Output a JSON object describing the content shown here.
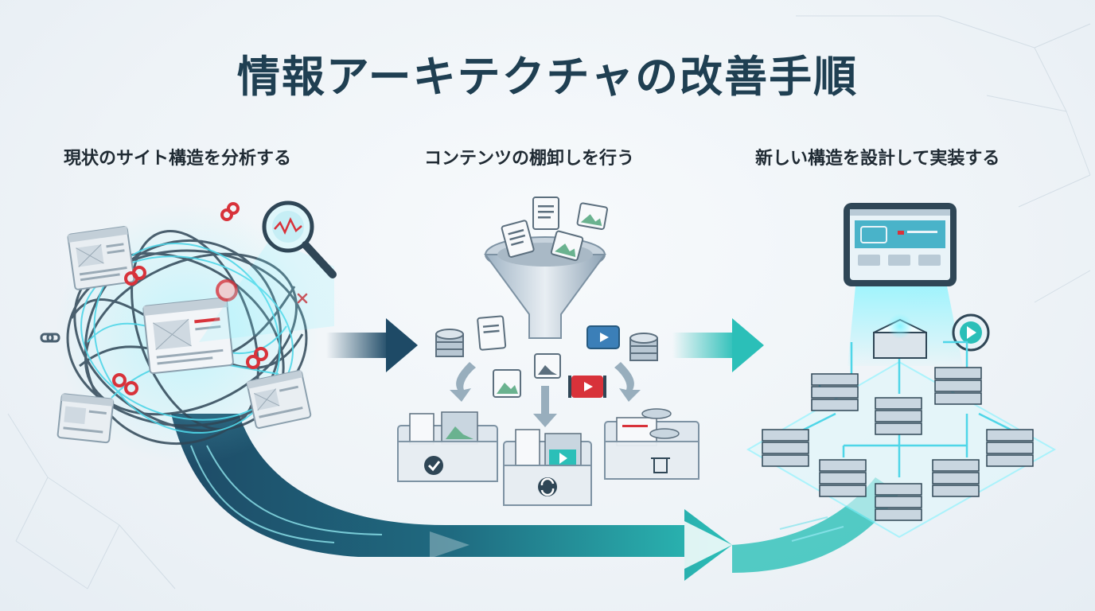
{
  "title": "情報アーキテクチャの改善手順",
  "steps": [
    {
      "label": "現状のサイト構造を分析する"
    },
    {
      "label": "コンテンツの棚卸しを行う"
    },
    {
      "label": "新しい構造を設計して実装する"
    }
  ],
  "colors": {
    "title": "#1f3f52",
    "dark_navy": "#1e4a66",
    "teal": "#2bbfb8",
    "cyan_glow": "#5fe3f0",
    "link_red": "#d8323a",
    "bg": "#eef3f7"
  },
  "icons": {
    "analysis": [
      "tangled-network-icon",
      "magnifier-icon",
      "broken-link-icon",
      "web-page-icon"
    ],
    "inventory": [
      "funnel-icon",
      "document-icon",
      "image-icon",
      "video-icon",
      "database-icon",
      "keep-box-icon",
      "update-box-icon",
      "delete-box-icon"
    ],
    "implementation": [
      "tablet-icon",
      "server-hierarchy-icon",
      "play-icon"
    ]
  }
}
